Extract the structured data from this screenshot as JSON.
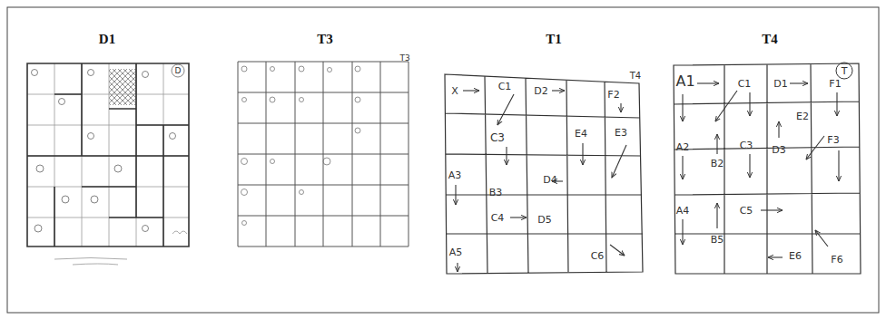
{
  "diagram": {
    "labels": [
      "D1",
      "T3",
      "T1",
      "T4",
      "D",
      "T3",
      "T4",
      "T",
      "X",
      "C1",
      "D2",
      "F2",
      "C3",
      "E4",
      "E3",
      "A3",
      "B3",
      "D4",
      "C4",
      "D5",
      "A5",
      "C6",
      "A1",
      "C1",
      "D1",
      "F1",
      "E2",
      "A2",
      "B2",
      "C3",
      "D3",
      "F3",
      "A4",
      "B5",
      "C5",
      "E6",
      "F6"
    ]
  }
}
